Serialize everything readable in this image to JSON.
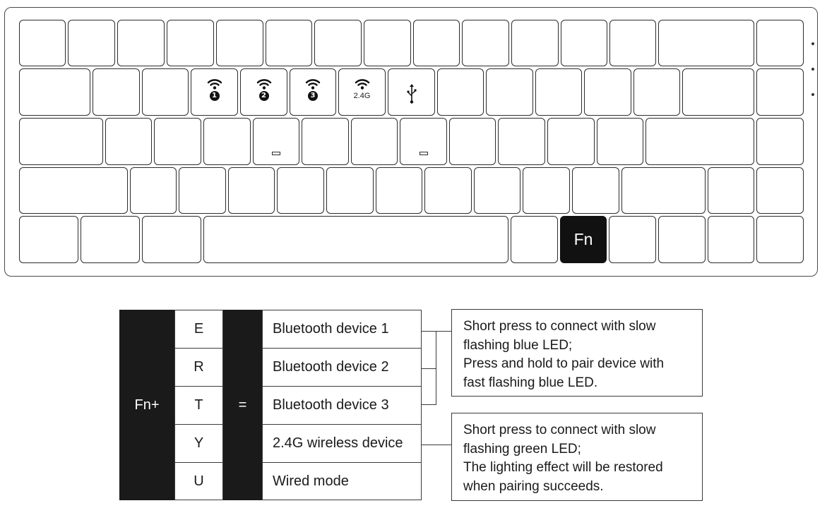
{
  "keyboard": {
    "fn_key_label": "Fn",
    "connection_keys": [
      {
        "icon": "wifi-icon",
        "badge": "1"
      },
      {
        "icon": "wifi-icon",
        "badge": "2"
      },
      {
        "icon": "wifi-icon",
        "badge": "3"
      },
      {
        "icon": "wifi-icon",
        "badge": "2.4G"
      },
      {
        "icon": "usb-icon",
        "badge": ""
      }
    ]
  },
  "table": {
    "modifier": "Fn+",
    "equals": "=",
    "rows": [
      {
        "key": "E",
        "function": "Bluetooth device 1"
      },
      {
        "key": "R",
        "function": "Bluetooth device 2"
      },
      {
        "key": "T",
        "function": "Bluetooth device 3"
      },
      {
        "key": "Y",
        "function": "2.4G wireless device"
      },
      {
        "key": "U",
        "function": "Wired mode"
      }
    ]
  },
  "notes": {
    "bluetooth": [
      "Short press to connect with slow",
      "flashing blue LED;",
      "Press and hold to pair device with",
      "fast flashing blue LED."
    ],
    "wireless": [
      "Short press to connect with slow",
      "flashing green LED;",
      "The lighting effect will be restored",
      "when pairing succeeds."
    ]
  }
}
